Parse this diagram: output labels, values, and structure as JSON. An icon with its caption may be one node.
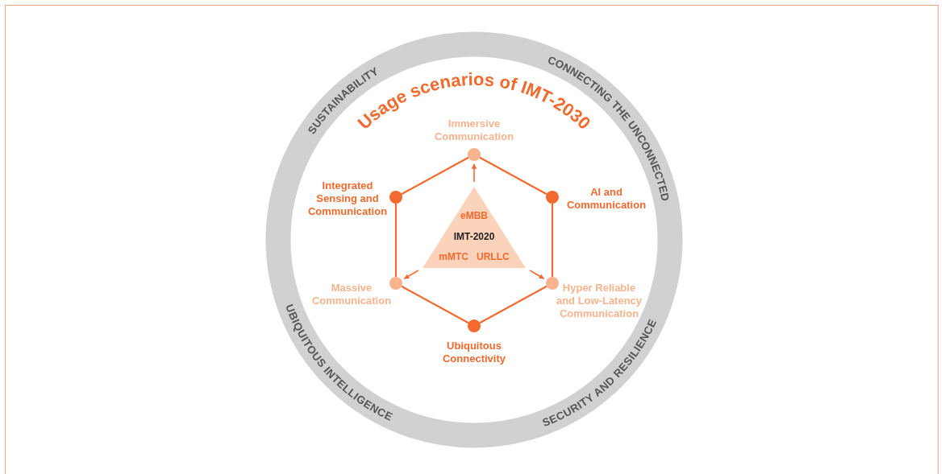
{
  "diagram": {
    "title": "Usage scenarios of IMT-2030",
    "nodes": [
      {
        "text": [],
        "shape": "circle",
        "beside": [
          "Immersive Communication"
        ]
      },
      {
        "text": [],
        "shape": "circle",
        "beside": [
          "Integrated Sensing and Communication"
        ]
      },
      {
        "text": [],
        "shape": "circle",
        "beside": [
          "AI and Communication"
        ]
      },
      {
        "text": [
          "eMBB",
          "IMT-2020",
          "mMTC",
          "URLLC"
        ]
      },
      {
        "text": [],
        "shape": "circle",
        "beside": [
          "Massive Communication"
        ]
      },
      {
        "text": [],
        "shape": "circle",
        "beside": [
          "Hyper Reliable and Low-Latency Communication"
        ]
      },
      {
        "text": [],
        "shape": "circle",
        "beside": [
          "Ubiquitous Connectivity"
        ]
      }
    ],
    "edges": [
      {
        "from": 0,
        "to": 2,
        "arrow": "none"
      },
      {
        "from": 2,
        "to": 5,
        "arrow": "none"
      },
      {
        "from": 5,
        "to": 6,
        "arrow": "none"
      },
      {
        "from": 6,
        "to": 4,
        "arrow": "none"
      },
      {
        "from": 4,
        "to": 1,
        "arrow": "none"
      },
      {
        "from": 1,
        "to": 0,
        "arrow": "none"
      },
      {
        "from": 3,
        "to": 0,
        "arrow": "to"
      },
      {
        "from": 3,
        "to": 4,
        "arrow": "to"
      },
      {
        "from": 3,
        "to": 5,
        "arrow": "to"
      }
    ],
    "labels": [
      "SUSTAINABILITY",
      "CONNECTING THE UNCONNECTED",
      "UBIQUITOUS INTELLIGENCE",
      "SECURITY AND RESILIENCE"
    ]
  }
}
